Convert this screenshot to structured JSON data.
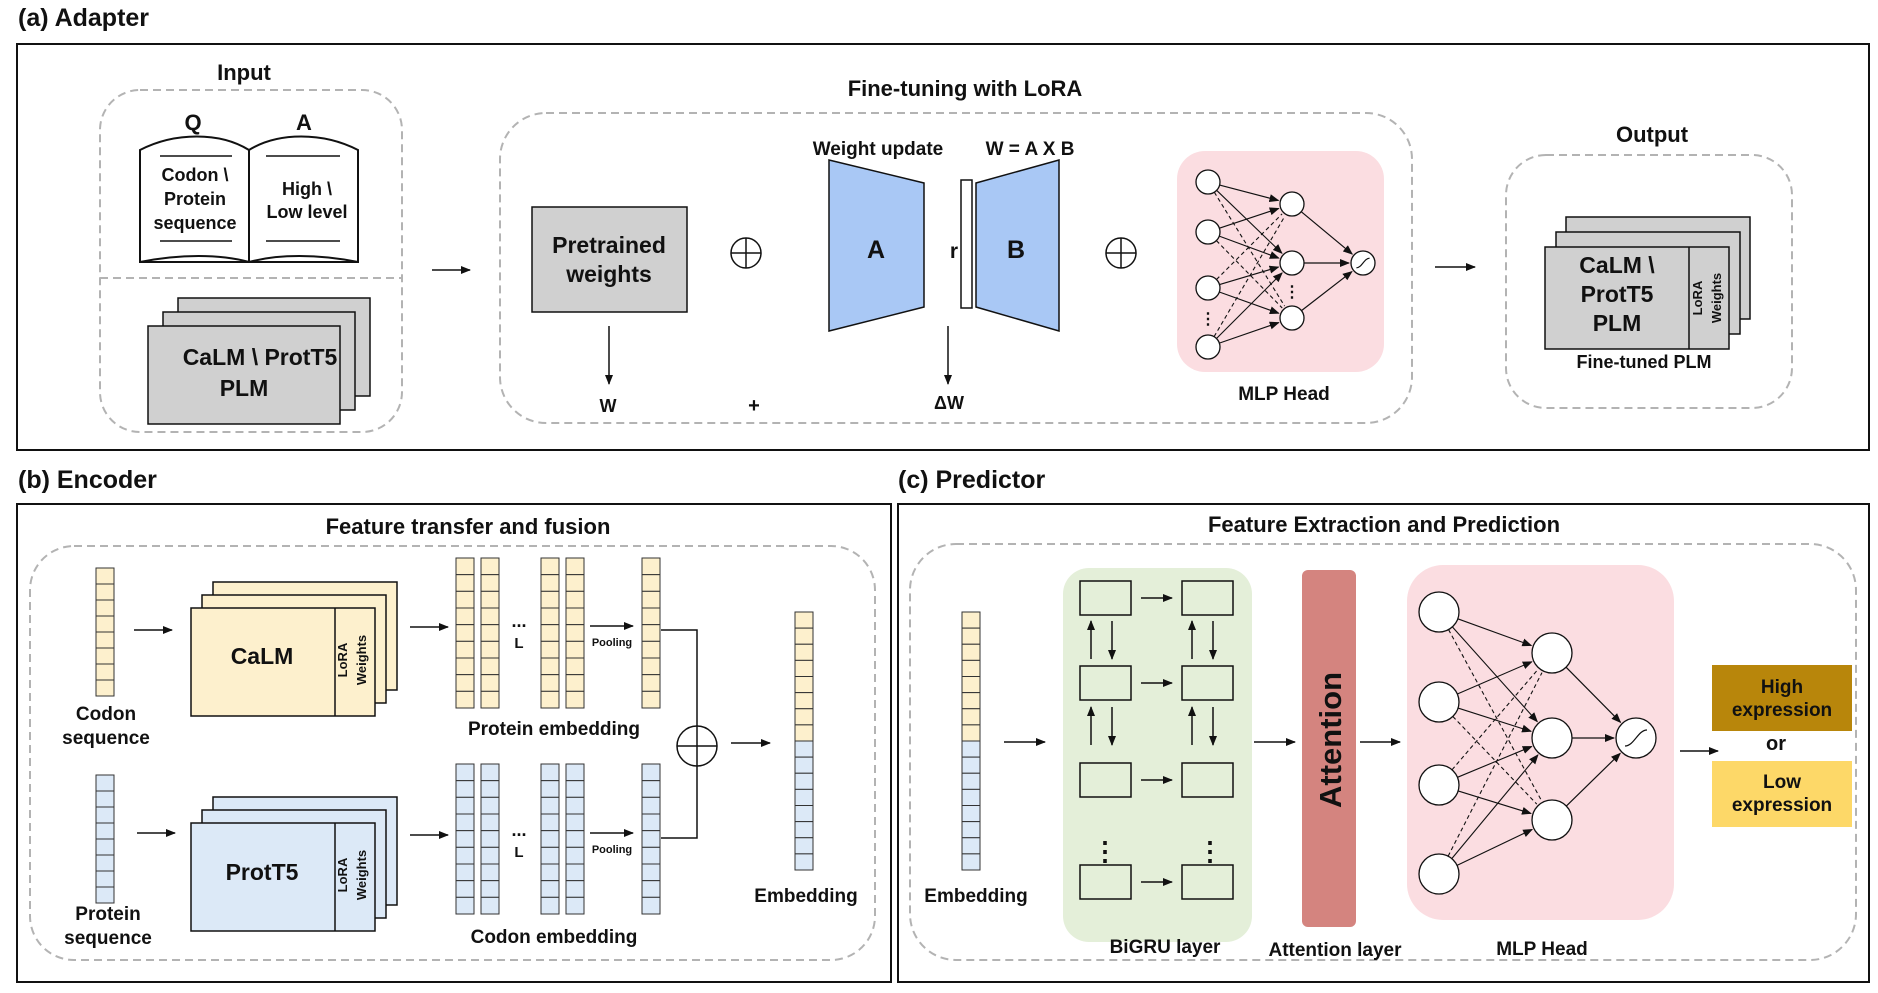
{
  "colors": {
    "frame": "#111111",
    "dashed": "#b3b3b3",
    "gray_box": "#d0d0d0",
    "lora_blue": "#a9c8f5",
    "mlp_pink": "#fbdde1",
    "calm_yellow": "#fdf0cd",
    "prot_blue": "#dce9f7",
    "bigru_green": "#e4efd9",
    "attention_red": "#d4847f",
    "high_expr": "#b8860b",
    "low_expr": "#fdd868"
  },
  "panel_a": {
    "title": "(a) Adapter",
    "input": {
      "title": "Input",
      "q": "Q",
      "a": "A",
      "left_page": [
        "Codon \\",
        "Protein",
        "sequence"
      ],
      "right_page": [
        "High \\",
        "Low level"
      ],
      "plm": [
        "CaLM \\ ProtT5",
        "PLM"
      ]
    },
    "lora": {
      "title": "Fine-tuning with LoRA",
      "pretrained": [
        "Pretrained",
        "weights"
      ],
      "weight_update": "Weight update",
      "formula": "W = A X B",
      "a": "A",
      "b": "B",
      "r": "r",
      "w": "W",
      "plus": "+",
      "delta_w": "ΔW",
      "mlp_head": "MLP Head"
    },
    "output": {
      "title": "Output",
      "plm": [
        "CaLM \\",
        "ProtT5",
        "PLM"
      ],
      "lora_weights": [
        "LoRA",
        "Weights"
      ],
      "caption": "Fine-tuned PLM"
    }
  },
  "panel_b": {
    "title": "(b) Encoder",
    "box_title": "Feature transfer and fusion",
    "codon_seq": [
      "Codon",
      "sequence"
    ],
    "protein_seq": [
      "Protein",
      "sequence"
    ],
    "calm": "CaLM",
    "prott5": "ProtT5",
    "lora_weights": [
      "LoRA",
      "Weights"
    ],
    "ellipsis": "...",
    "L": "L",
    "pooling": "Pooling",
    "protein_embedding": "Protein embedding",
    "codon_embedding": "Codon embedding",
    "embedding": "Embedding"
  },
  "panel_c": {
    "title": "(c) Predictor",
    "box_title": "Feature Extraction and Prediction",
    "embedding": "Embedding",
    "bigru": "BiGRU layer",
    "attention": "Attention",
    "attention_layer": "Attention layer",
    "mlp_head": "MLP Head",
    "high": [
      "High",
      "expression"
    ],
    "or": "or",
    "low": [
      "Low",
      "expression"
    ]
  }
}
